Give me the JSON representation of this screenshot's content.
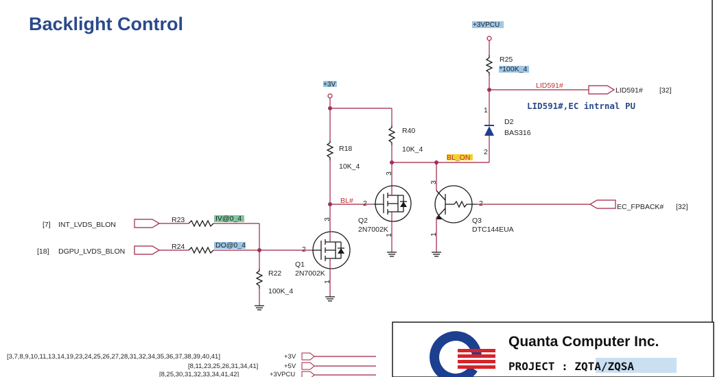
{
  "title": "Backlight Control",
  "power": {
    "vpcu_top": "+3VPCU",
    "v3": "+3V"
  },
  "components": {
    "r25": {
      "ref": "R25",
      "value": "*100K_4"
    },
    "r40": {
      "ref": "R40",
      "value": "10K_4"
    },
    "r18": {
      "ref": "R18",
      "value": "10K_4"
    },
    "r23": {
      "ref": "R23",
      "value": "IV@0_4"
    },
    "r24": {
      "ref": "R24",
      "value": "DO@0_4"
    },
    "r22": {
      "ref": "R22",
      "value": "100K_4"
    },
    "d2": {
      "ref": "D2",
      "value": "BAS316"
    },
    "q1": {
      "ref": "Q1",
      "value": "2N7002K"
    },
    "q2": {
      "ref": "Q2",
      "value": "2N7002K"
    },
    "q3": {
      "ref": "Q3",
      "value": "DTC144EUA"
    }
  },
  "nets": {
    "lid591_wire": "LID591#",
    "lid591_port": "LID591#",
    "lid591_page": "[32]",
    "lid591_note": "LID591#,EC intrnal PU",
    "bl_on": "BL_ON",
    "bl": "BL#",
    "ec_fpback": "EC_FPBACK#",
    "ec_fpback_page": "[32]",
    "int_lvds": "INT_LVDS_BLON",
    "int_lvds_page": "[7]",
    "dgpu_lvds": "DGPU_LVDS_BLON",
    "dgpu_lvds_page": "[18]"
  },
  "pins": {
    "one": "1",
    "two": "2",
    "three": "3"
  },
  "crossref": [
    {
      "pages": "[3,7,8,9,10,11,13,14,19,23,24,25,26,27,28,31,32,34,35,36,37,38,39,40,41]",
      "rail": "+3V"
    },
    {
      "pages": "[8,11,23,25,26,31,34,41]",
      "rail": "+5V"
    },
    {
      "pages": "[8,25,30,31,32,33,34,41,42]",
      "rail": "+3VPCU"
    }
  ],
  "titleblock": {
    "company": "Quanta Computer Inc.",
    "project": "PROJECT : ZQTA/ZQSA"
  },
  "colors": {
    "title": "#2b4a8b",
    "wire": "#a02040",
    "net_label": "#c03030",
    "highlight_blue": "#9ec7e8",
    "highlight_green": "#7ec8a0",
    "highlight_yellow": "#f2d230",
    "logo_blue": "#1d3f8f",
    "logo_red": "#d8232a"
  }
}
